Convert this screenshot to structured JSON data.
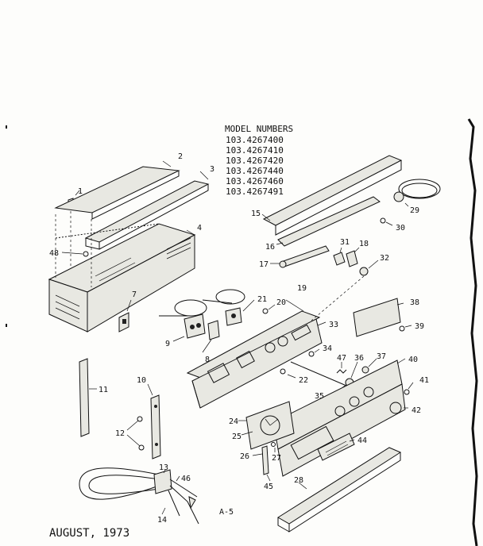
{
  "models": {
    "heading": "MODEL NUMBERS",
    "list": [
      "103.4267400",
      "103.4267410",
      "103.4267420",
      "103.4267440",
      "103.4267460",
      "103.4267491"
    ]
  },
  "footer": {
    "date": "AUGUST, 1973",
    "page": "A-5"
  },
  "callouts": [
    "1",
    "2",
    "3",
    "4",
    "7",
    "8",
    "9",
    "10",
    "11",
    "12",
    "13",
    "14",
    "15",
    "16",
    "17",
    "18",
    "19",
    "20",
    "21",
    "22",
    "24",
    "25",
    "26",
    "27",
    "28",
    "29",
    "30",
    "31",
    "32",
    "33",
    "34",
    "35",
    "36",
    "37",
    "38",
    "39",
    "40",
    "41",
    "42",
    "44",
    "45",
    "46",
    "47",
    "48"
  ]
}
